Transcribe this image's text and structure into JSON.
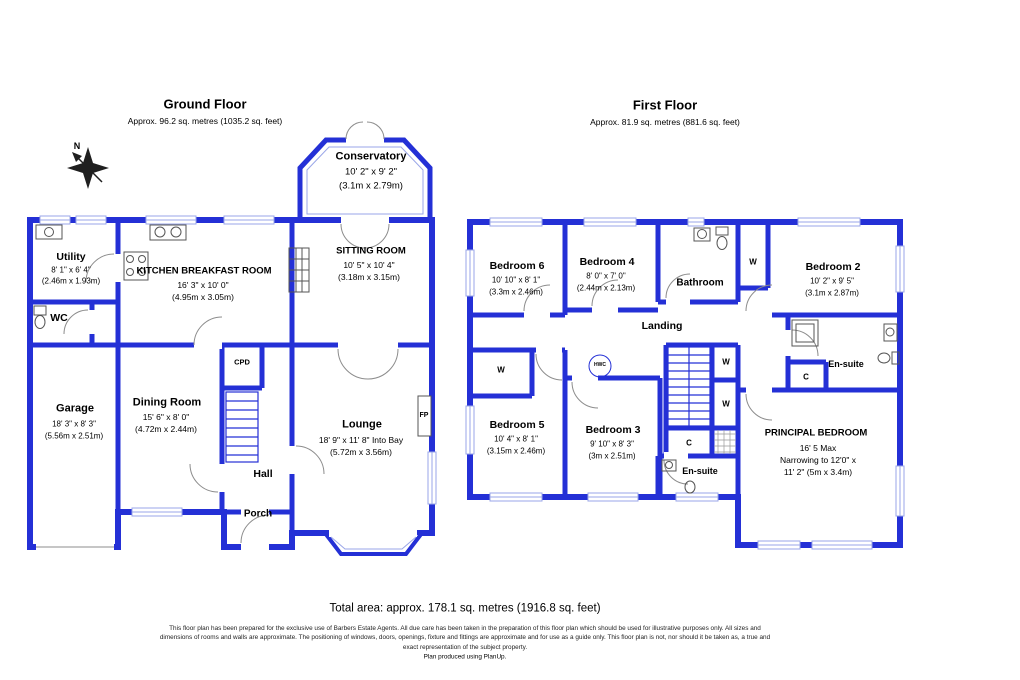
{
  "compass": {
    "n": "N"
  },
  "gf": {
    "title": "Ground Floor",
    "subtitle": "Approx. 96.2 sq. metres (1035.2 sq. feet)",
    "rooms": {
      "conservatory": {
        "name": "Conservatory",
        "imperial": "10' 2\" x 9' 2\"",
        "metric": "(3.1m x 2.79m)"
      },
      "sitting": {
        "name": "SITTING ROOM",
        "imperial": "10' 5\" x 10' 4\"",
        "metric": "(3.18m x 3.15m)"
      },
      "utility": {
        "name": "Utility",
        "imperial": "8' 1\" x 6' 4\"",
        "metric": "(2.46m x 1.93m)"
      },
      "kitchen": {
        "name": "KITCHEN BREAKFAST ROOM",
        "imperial": "16' 3\" x 10' 0\"",
        "metric": "(4.95m x 3.05m)"
      },
      "wc": {
        "name": "WC"
      },
      "garage": {
        "name": "Garage",
        "imperial": "18' 3\" x 8' 3\"",
        "metric": "(5.56m x 2.51m)"
      },
      "dining": {
        "name": "Dining Room",
        "imperial": "15' 6\" x 8' 0\"",
        "metric": "(4.72m x 2.44m)"
      },
      "cpd": {
        "name": "CPD"
      },
      "lounge": {
        "name": "Lounge",
        "imperial": "18' 9\" x 11' 8\" Into Bay",
        "metric": "(5.72m x 3.56m)"
      },
      "hall": {
        "name": "Hall"
      },
      "porch": {
        "name": "Porch"
      },
      "fp": {
        "name": "FP"
      }
    }
  },
  "ff": {
    "title": "First Floor",
    "subtitle": "Approx. 81.9 sq. metres (881.6 sq. feet)",
    "rooms": {
      "bedroom6": {
        "name": "Bedroom 6",
        "imperial": "10' 10\" x 8' 1\"",
        "metric": "(3.3m x 2.46m)"
      },
      "bedroom4": {
        "name": "Bedroom 4",
        "imperial": "8' 0\" x 7' 0\"",
        "metric": "(2.44m x 2.13m)"
      },
      "bathroom": {
        "name": "Bathroom"
      },
      "bedroom2": {
        "name": "Bedroom 2",
        "imperial": "10' 2\" x 9' 5\"",
        "metric": "(3.1m x 2.87m)"
      },
      "landing": {
        "name": "Landing"
      },
      "bedroom5": {
        "name": "Bedroom 5",
        "imperial": "10' 4\" x 8' 1\"",
        "metric": "(3.15m x 2.46m)"
      },
      "bedroom3": {
        "name": "Bedroom 3",
        "imperial": "9' 10\" x 8' 3\"",
        "metric": "(3m x 2.51m)"
      },
      "principal": {
        "name": "PRINCIPAL BEDROOM",
        "l1": "16' 5 Max",
        "l2": "Narrowing to 12'0\" x",
        "l3": "11' 2\" (5m x 3.4m)"
      },
      "ensuite": {
        "name": "En-suite"
      }
    },
    "labels": {
      "w": "W",
      "c": "C",
      "hwc": "HWC"
    }
  },
  "footer": {
    "total": "Total area: approx. 178.1 sq. metres (1916.8 sq. feet)",
    "disclaimer": "This floor plan has been prepared for the exclusive use of Barbers Estate Agents. All due care has been taken in the preparation of this floor plan which should be used for illustrative purposes only. All sizes and dimensions of rooms and walls are approximate. The positioning of windows, doors, openings, fixture and fittings are approximate and for use as a guide only. This floor plan is not, nor should it be taken as, a true and exact representation of the subject property.",
    "credit": "Plan produced using PlanUp."
  },
  "colors": {
    "wall": "#2430d6"
  }
}
